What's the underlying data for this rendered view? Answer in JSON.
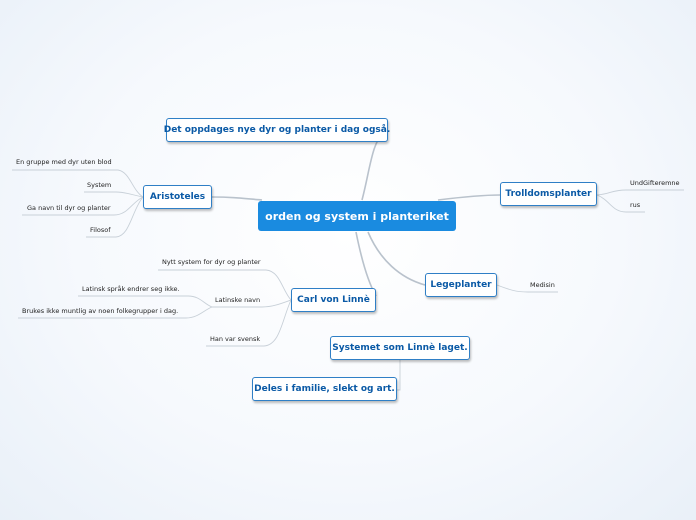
{
  "central": "orden og system i planteriket",
  "topics": {
    "oppdages": "Det oppdages nye dyr og planter i dag også.",
    "aristoteles": "Aristoteles",
    "trolldom": "Trolldomsplanter",
    "linne": "Carl von Linnè",
    "lege": "Legeplanter",
    "systemet": "Systemet som Linnè laget.",
    "deles": "Deles i familie, slekt og art."
  },
  "leaves": {
    "aristoteles": [
      "En gruppe med dyr uten blod",
      "System",
      "Ga navn til dyr og planter",
      "Filosof"
    ],
    "trolldom": [
      "UndGifteremne",
      "rus"
    ],
    "linne_system": "Nytt system for dyr og planter",
    "linne_latinske": "Latinske navn",
    "latinske_sub": [
      "Latinsk språk endrer seg ikke.",
      "Brukes ikke muntlig av noen folkegrupper i dag."
    ],
    "linne_svensk": "Han var svensk",
    "lege": [
      "Medisin"
    ]
  },
  "colors": {
    "accent": "#1a8be0",
    "border": "#2f7fc6",
    "text": "#0b5aa6",
    "line": "#b9c2cc"
  }
}
